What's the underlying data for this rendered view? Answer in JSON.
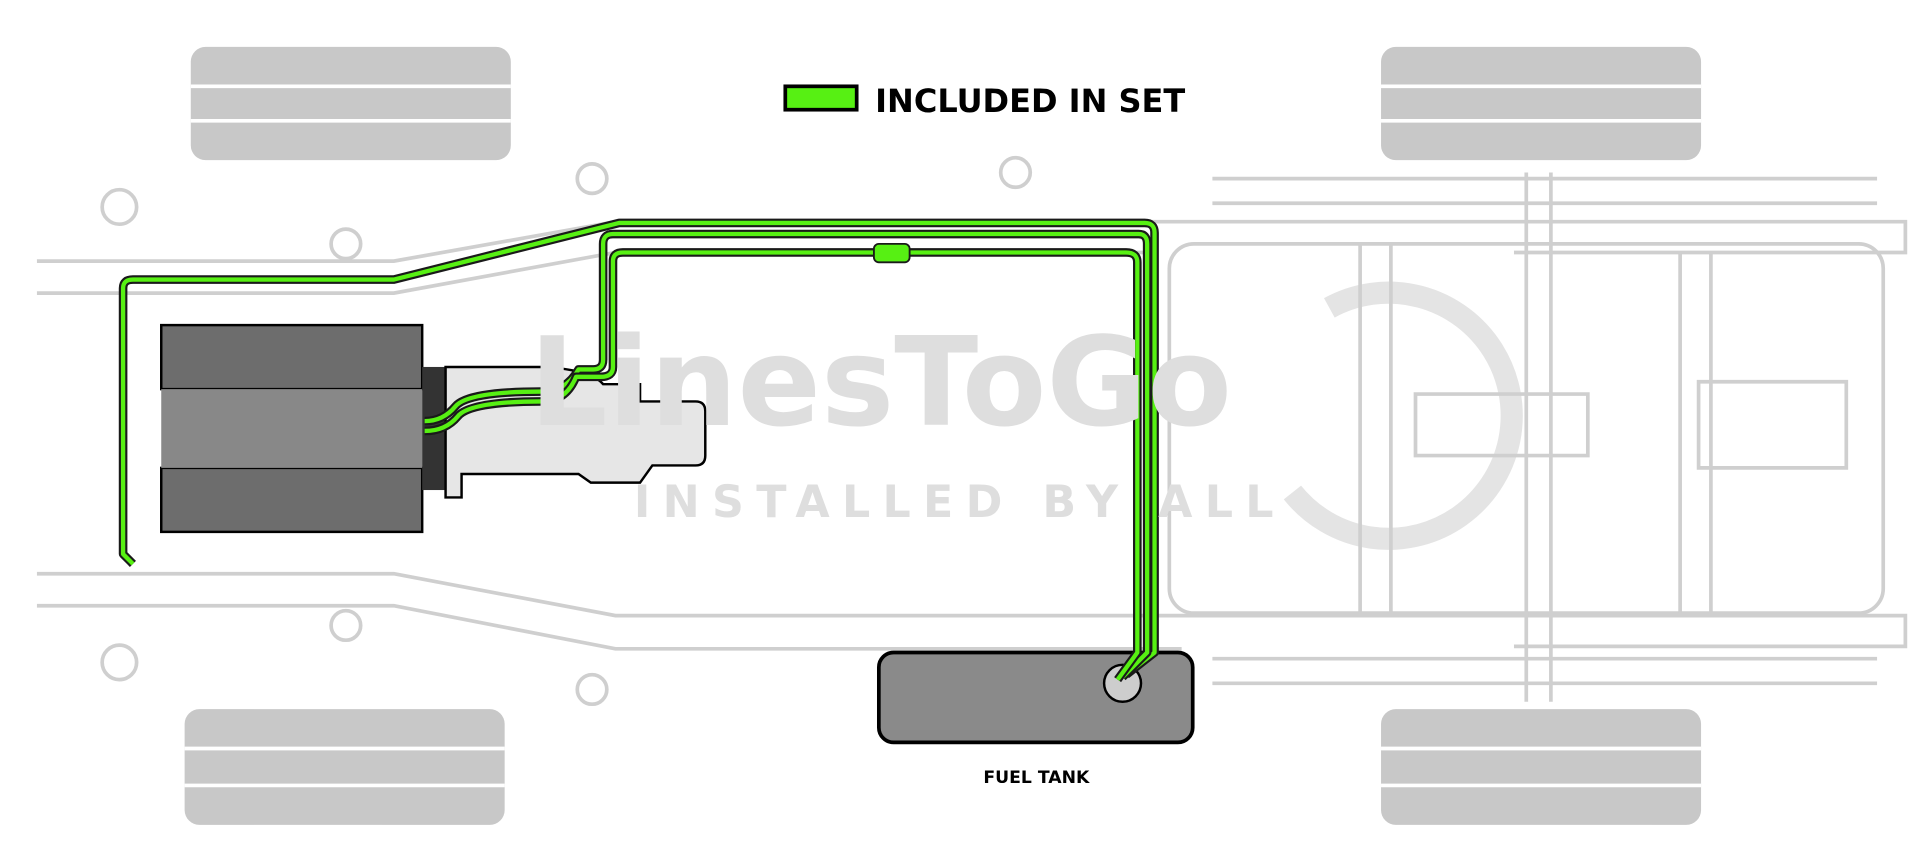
{
  "legend": {
    "label": "INCLUDED IN SET",
    "swatch_color": "#57f013"
  },
  "watermark": {
    "brand": "LinesToGo",
    "tagline": "INSTALLED BY ALL"
  },
  "components": {
    "fuel_tank_label": "FUEL TANK"
  },
  "colors": {
    "line_included": "#57f013",
    "line_outline": "#1a1a1a",
    "frame": "#cfcfcf",
    "tank": "#8a8a8a",
    "engine": "#6d6d6d"
  }
}
